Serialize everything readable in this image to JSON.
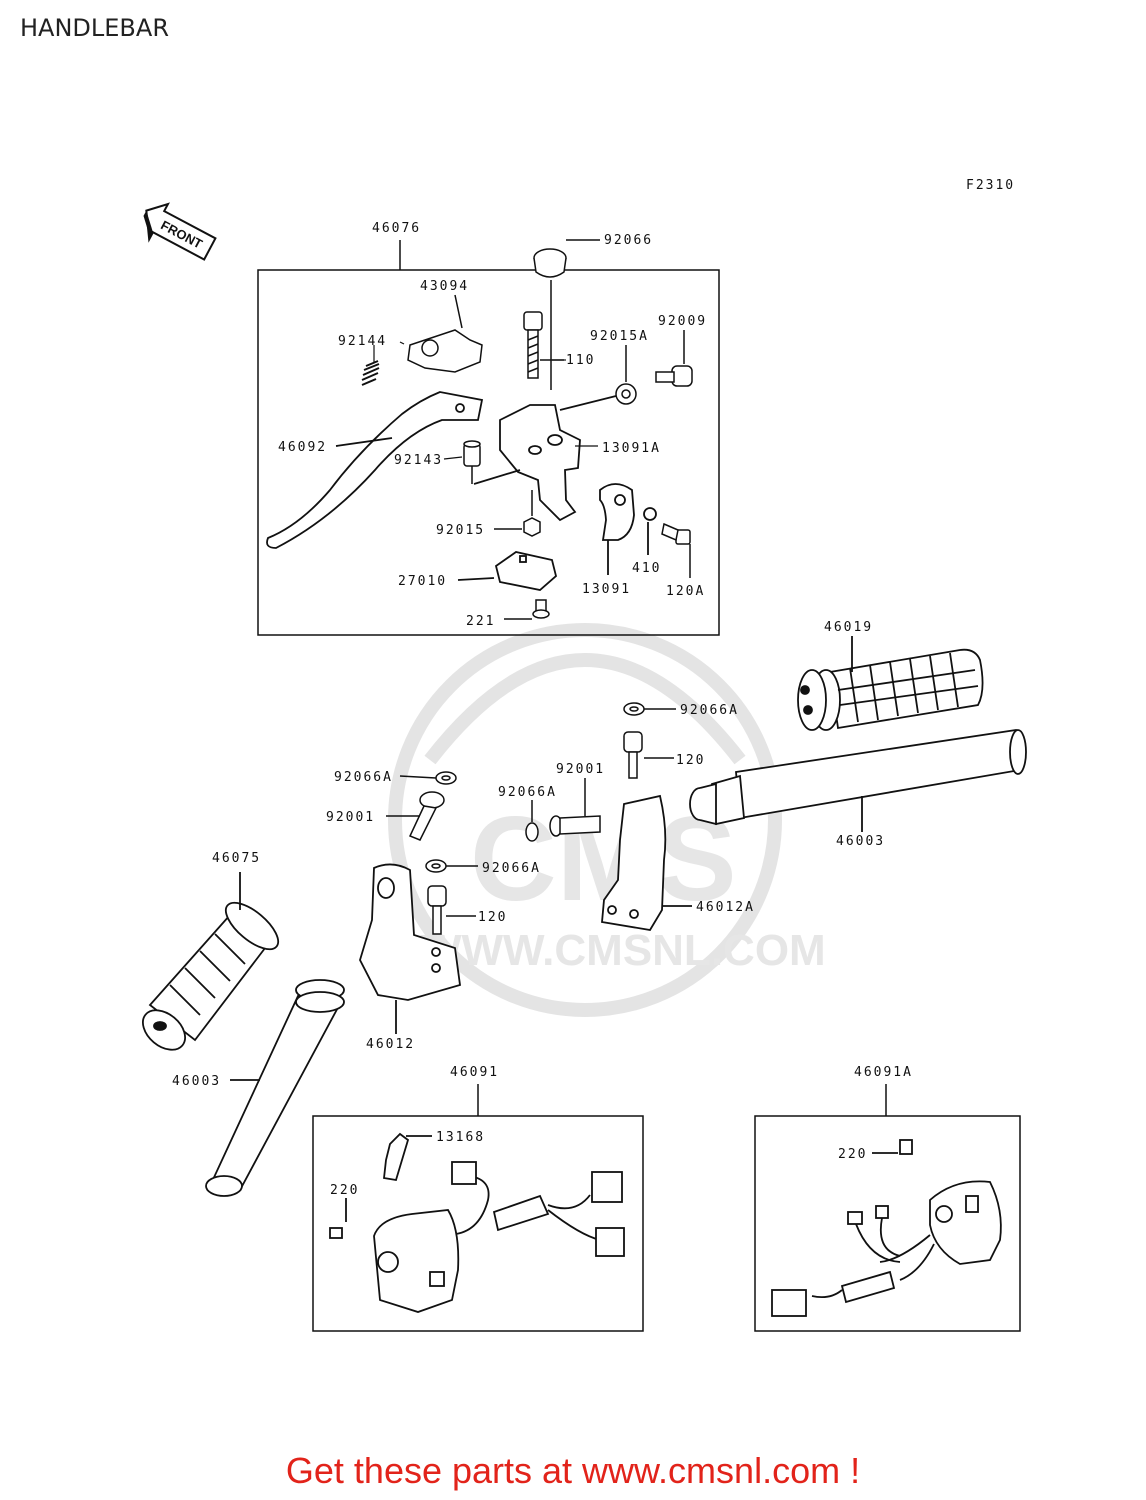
{
  "page": {
    "title": "HANDLEBAR",
    "figure_code": "F2310",
    "front_label": "FRONT",
    "footer": "Get these parts at www.cmsnl.com !",
    "watermark_url": "WWW.CMSNL.COM",
    "watermark_brand": "CMS"
  },
  "colors": {
    "footer": "#e2231a",
    "line": "#111111",
    "watermark": "#e6e6e6"
  },
  "labels": {
    "l46076": "46076",
    "l92066": "92066",
    "l43094": "43094",
    "l92144": "92144",
    "l110": "110",
    "l92015A": "92015A",
    "l92009": "92009",
    "l46092": "46092",
    "l92143": "92143",
    "l13091A": "13091A",
    "l92015": "92015",
    "l410": "410",
    "l27010": "27010",
    "l13091": "13091",
    "l120A": "120A",
    "l221": "221",
    "l46019": "46019",
    "l92066A_1": "92066A",
    "l120_1": "120",
    "l92001_1": "92001",
    "l92066A_2": "92066A",
    "l92066A_3": "92066A",
    "l92001_2": "92001",
    "l46003_1": "46003",
    "l46075": "46075",
    "l92066A_4": "92066A",
    "l120_2": "120",
    "l46012A": "46012A",
    "l46012": "46012",
    "l46003_2": "46003",
    "l46091": "46091",
    "l46091A": "46091A",
    "l13168": "13168",
    "l220_1": "220",
    "l220_2": "220"
  }
}
